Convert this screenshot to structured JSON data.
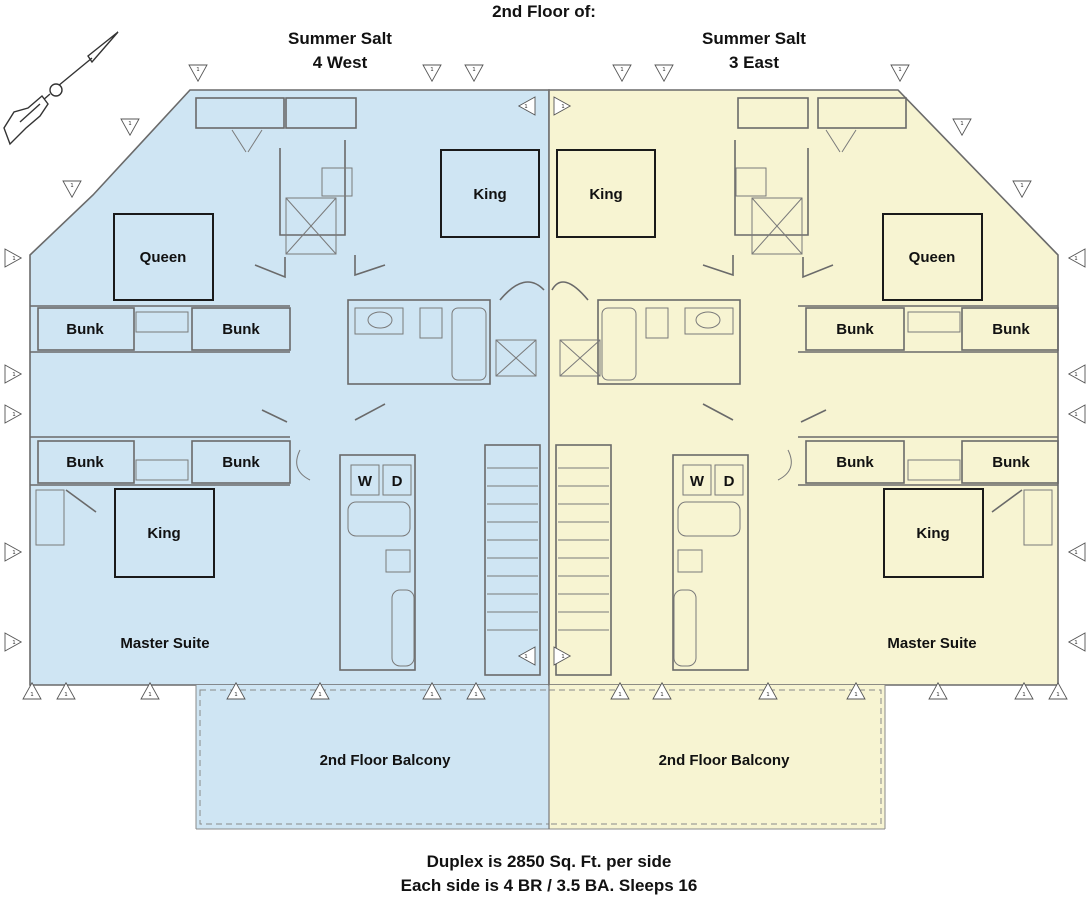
{
  "header": {
    "floor_title": "2nd Floor of:",
    "west_name": "Summer Salt",
    "west_unit": "4 West",
    "east_name": "Summer Salt",
    "east_unit": "3 East"
  },
  "colors": {
    "west_fill": "#cfe5f3",
    "east_fill": "#f7f4d2",
    "wall": "#6a6a6a",
    "bed_outline": "#1a1a1a"
  },
  "west": {
    "king_top": "King",
    "queen": "Queen",
    "bunk_1": "Bunk",
    "bunk_2": "Bunk",
    "bunk_3": "Bunk",
    "bunk_4": "Bunk",
    "king_master": "King",
    "master": "Master Suite",
    "washer": "W",
    "dryer": "D",
    "balcony": "2nd Floor Balcony"
  },
  "east": {
    "king_top": "King",
    "queen": "Queen",
    "bunk_1": "Bunk",
    "bunk_2": "Bunk",
    "bunk_3": "Bunk",
    "bunk_4": "Bunk",
    "king_master": "King",
    "master": "Master Suite",
    "washer": "W",
    "dryer": "D",
    "balcony": "2nd Floor Balcony"
  },
  "footer": {
    "line1": "Duplex is 2850 Sq. Ft. per side",
    "line2": "Each side is 4 BR / 3.5 BA. Sleeps 16"
  },
  "compass": {
    "icon": "north-arrow-icon"
  },
  "window_markers": {
    "icon": "window-tag-triangle-icon",
    "number": "1"
  }
}
